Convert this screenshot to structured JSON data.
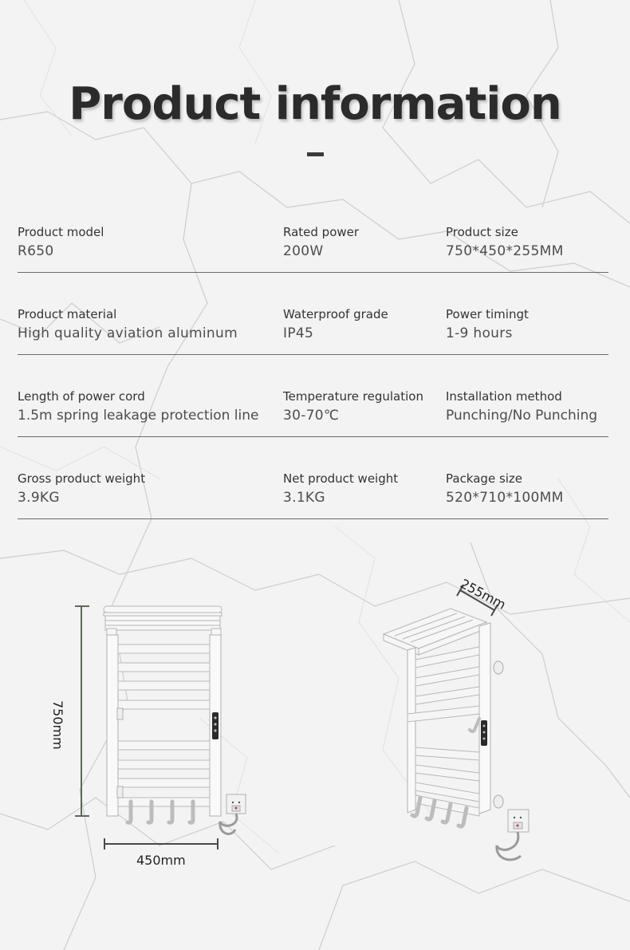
{
  "header": {
    "title": "Product information"
  },
  "specs": [
    [
      {
        "label": "Product model",
        "value": "R650"
      },
      {
        "label": "Rated power",
        "value": "200W"
      },
      {
        "label": "Product size",
        "value": "750*450*255MM"
      }
    ],
    [
      {
        "label": "Product material",
        "value": "High quality aviation aluminum"
      },
      {
        "label": "Waterproof grade",
        "value": "IP45"
      },
      {
        "label": "Power timingt",
        "value": "1-9 hours"
      }
    ],
    [
      {
        "label": "Length of power cord",
        "value": "1.5m spring leakage protection line"
      },
      {
        "label": "Temperature regulation",
        "value": "30-70℃"
      },
      {
        "label": "Installation method",
        "value": "Punching/No Punching"
      }
    ],
    [
      {
        "label": "Gross product weight",
        "value": "3.9KG"
      },
      {
        "label": "Net product weight",
        "value": "3.1KG"
      },
      {
        "label": "Package size",
        "value": "520*710*100MM"
      }
    ]
  ],
  "dimensions": {
    "height": "750mm",
    "width": "450mm",
    "depth": "255mm",
    "dimension_line_color": "#5b6b52"
  },
  "colors": {
    "background": "#f3f3f3",
    "text": "#3a3a3a",
    "product": "#f7f7f7"
  }
}
